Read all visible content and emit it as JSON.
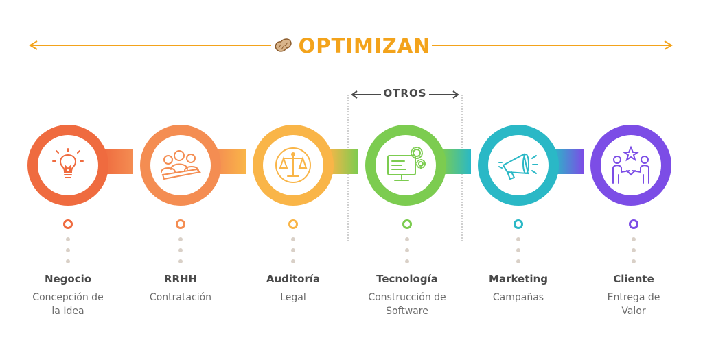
{
  "brand": {
    "name": "OPTIMIZAN",
    "logo_icon": "peanut-icon",
    "color": "#f3a31b"
  },
  "otros_label": "OTROS",
  "steps": [
    {
      "title": "Negocio",
      "subtitle": "Concepción de la Idea",
      "color": "#ef6b3f",
      "icon": "lightbulb-icon"
    },
    {
      "title": "RRHH",
      "subtitle": "Contratación",
      "color": "#f48d52",
      "icon": "team-icon"
    },
    {
      "title": "Auditoría",
      "subtitle": "Legal",
      "color": "#f9b548",
      "icon": "scales-icon"
    },
    {
      "title": "Tecnología",
      "subtitle": "Construcción de Software",
      "color": "#7ccc50",
      "icon": "computer-gears-icon"
    },
    {
      "title": "Marketing",
      "subtitle": "Campañas",
      "color": "#2ab8c6",
      "icon": "megaphone-icon"
    },
    {
      "title": "Cliente",
      "subtitle": "Entrega de Valor",
      "color": "#7c4de6",
      "icon": "handshake-star-icon"
    }
  ]
}
